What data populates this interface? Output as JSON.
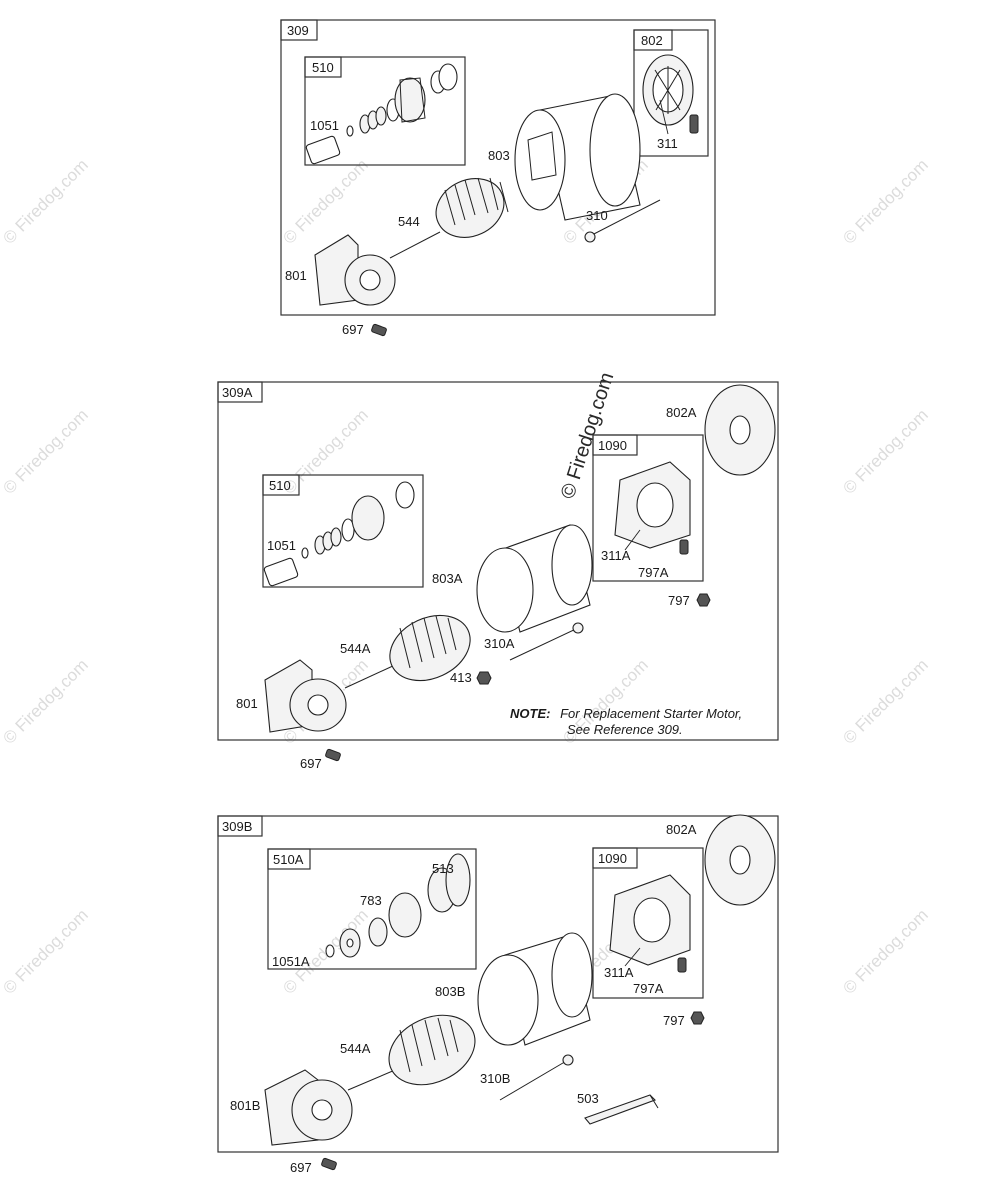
{
  "watermark": {
    "text": "© Firedog.com"
  },
  "diagrams": [
    {
      "ref": "309",
      "labels": {
        "l510": "510",
        "l1051": "1051",
        "l802": "802",
        "l311": "311",
        "l803": "803",
        "l544": "544",
        "l310": "310",
        "l801": "801",
        "l697": "697"
      }
    },
    {
      "ref": "309A",
      "labels": {
        "l510": "510",
        "l1051": "1051",
        "l802a": "802A",
        "l1090": "1090",
        "l311a": "311A",
        "l797a": "797A",
        "l797": "797",
        "l803a": "803A",
        "l544a": "544A",
        "l310a": "310A",
        "l413": "413",
        "l801": "801",
        "l697": "697"
      },
      "note": {
        "prefix": "NOTE:",
        "line1": "For Replacement Starter Motor,",
        "line2": "See Reference 309."
      }
    },
    {
      "ref": "309B",
      "labels": {
        "l510a": "510A",
        "l513": "513",
        "l783": "783",
        "l1051a": "1051A",
        "l802a": "802A",
        "l1090": "1090",
        "l311a": "311A",
        "l797a": "797A",
        "l797": "797",
        "l803b": "803B",
        "l544a": "544A",
        "l310b": "310B",
        "l503": "503",
        "l801b": "801B",
        "l697": "697"
      }
    }
  ]
}
